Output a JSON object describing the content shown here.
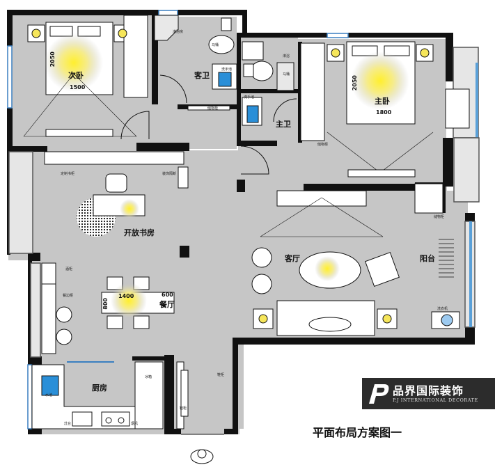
{
  "rooms": {
    "second_bedroom": "次卧",
    "guest_bath": "客卫",
    "master_bath": "主卫",
    "master_bedroom": "主卧",
    "open_study": "开放书房",
    "living_room": "客厅",
    "balcony": "阳台",
    "dining_room": "餐厅",
    "kitchen": "厨房"
  },
  "dimensions": {
    "second_bed_len": "2050",
    "second_bed_width": "1500",
    "master_bed_len": "2050",
    "master_bed_width": "1800",
    "dining_table_len": "1400",
    "dining_table_width": "600",
    "dining_table_side": "800"
  },
  "fixtures": {
    "shower_room": "淋浴房",
    "toilet_1": "马桶",
    "washbasin_1": "洗手池",
    "storage_cabinet_1": "储物柜",
    "shower_1": "淋浴",
    "toilet_2": "马桶",
    "washbasin_2": "洗手池",
    "storage_cabinet_2": "储物柜",
    "bookcase_left": "定制书柜",
    "bookcase_right": "装饰隔断",
    "storage_cabinet_3": "储物柜",
    "wine_cabinet": "酒柜",
    "side_cabinet": "餐边柜",
    "fridge": "冰箱",
    "sink": "水池",
    "stove": "灶台",
    "rangehood": "烟机",
    "shoe_cabinet_1": "鞋柜",
    "shoe_cabinet_2": "鞋柜",
    "washer": "洗衣机"
  },
  "logo": {
    "name_cn": "品界国际装饰",
    "name_en": "P.J INTERNATIONAL DECORATE",
    "mark_icon": "pj-logo-icon"
  },
  "caption": "平面布局方案图一",
  "colors": {
    "floor": "#c6c6c6",
    "wall": "#111111",
    "window": "#4a90c8",
    "light": "#f6e65a",
    "water": "#2a8fd8"
  }
}
